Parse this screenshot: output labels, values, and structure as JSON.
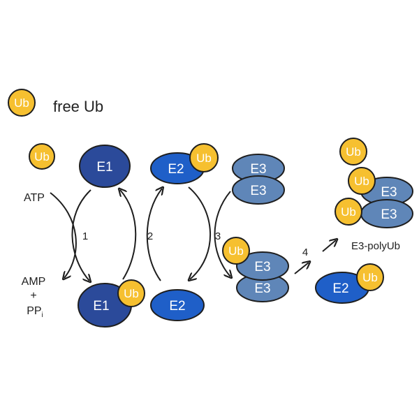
{
  "legend": {
    "ub": "Ub",
    "text": "free Ub"
  },
  "ub": "Ub",
  "e1": "E1",
  "e2": "E2",
  "e3": "E3",
  "atp": "ATP",
  "amp": "AMP",
  "plus": "+",
  "pp": "PP",
  "pp_sub": "i",
  "step1": "1",
  "step2": "2",
  "step3": "3",
  "step4": "4",
  "product": "E3-polyUb",
  "colors": {
    "ub_fill": "#f6c030",
    "ub_stroke": "#1e1e1e",
    "e1": "#2b4a9a",
    "e2": "#1f5fc8",
    "e3": "#5f86b8",
    "arrow": "#1e1e1e"
  }
}
